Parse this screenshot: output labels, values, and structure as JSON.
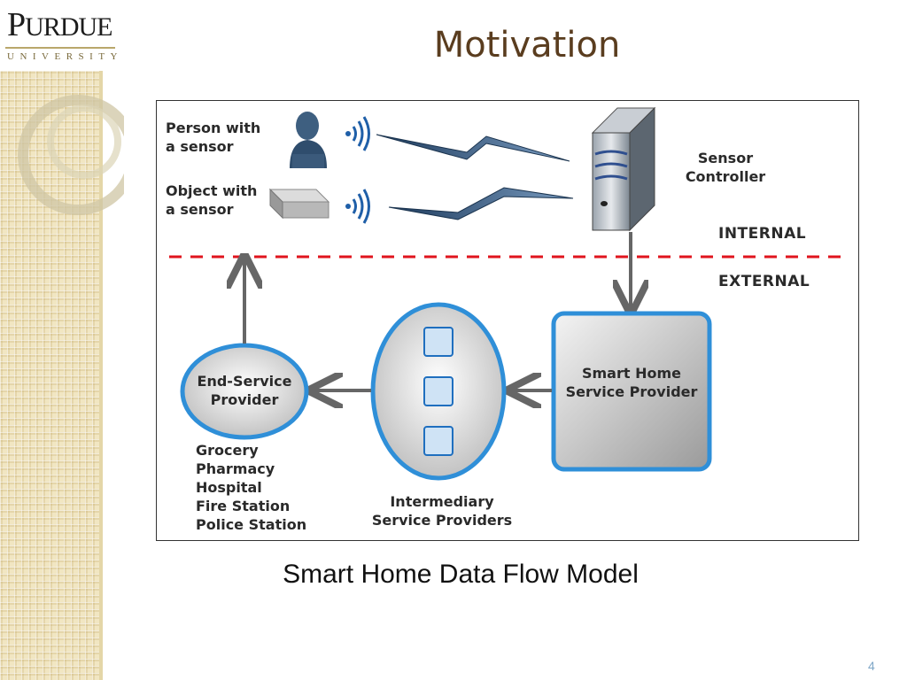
{
  "logo": {
    "name": "Purdue",
    "subtitle": "UNIVERSITY"
  },
  "title": "Motivation",
  "diagram": {
    "person_label": "Person with\na sensor",
    "object_label": "Object with\na sensor",
    "controller_label": "Sensor\nController",
    "internal_label": "INTERNAL",
    "external_label": "EXTERNAL",
    "smart_home_label": "Smart Home\nService Provider",
    "intermediary_label": "Intermediary\nService Providers",
    "end_service_label": "End-Service\nProvider",
    "end_services_list": "Grocery\nPharmacy\nHospital\nFire Station\nPolice Station"
  },
  "caption": "Smart Home Data Flow Model",
  "page_number": "4"
}
